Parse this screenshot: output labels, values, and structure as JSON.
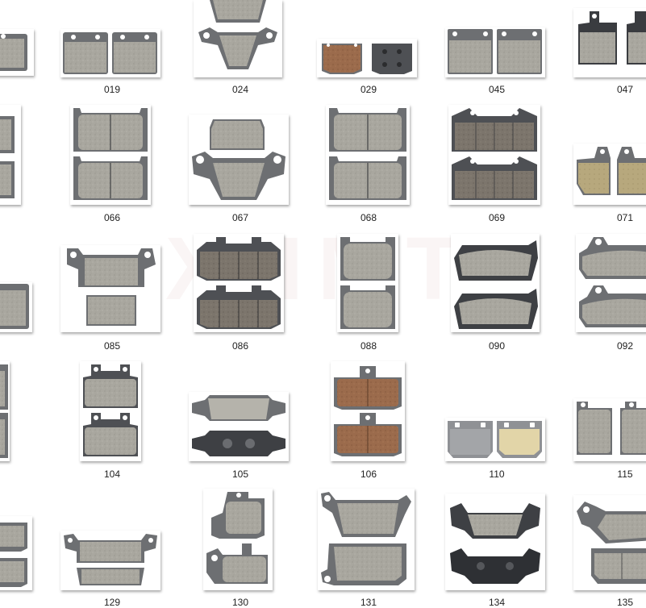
{
  "watermark": "XHMT",
  "colors": {
    "pad": "#a9a79f",
    "plate": "#6d6f72",
    "darkpad": "#7c756c",
    "brownpad": "#9b6b4c",
    "tanpad": "#b7a87d"
  },
  "catalog": {
    "row1": [
      "019",
      "024",
      "029",
      "045",
      "047"
    ],
    "row2": [
      "066",
      "067",
      "068",
      "069",
      "071"
    ],
    "row3": [
      "085",
      "086",
      "088",
      "090",
      "092"
    ],
    "row4": [
      "104",
      "105",
      "106",
      "110",
      "115"
    ],
    "row5": [
      "129",
      "130",
      "131",
      "134",
      "135"
    ]
  }
}
